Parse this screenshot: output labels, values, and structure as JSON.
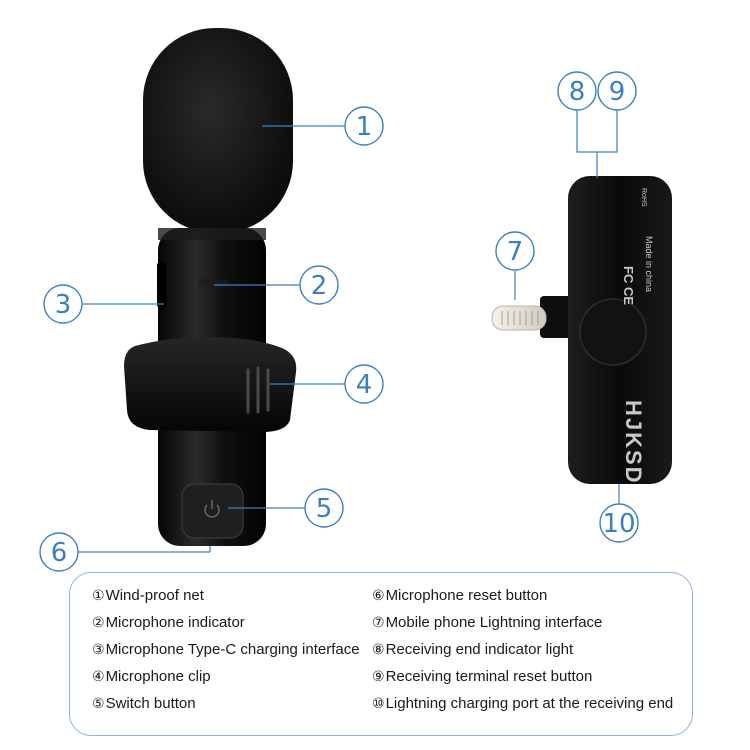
{
  "callouts": [
    {
      "id": "1",
      "label": "①"
    },
    {
      "id": "2",
      "label": "②"
    },
    {
      "id": "3",
      "label": "③"
    },
    {
      "id": "4",
      "label": "④"
    },
    {
      "id": "5",
      "label": "⑤"
    },
    {
      "id": "6",
      "label": "⑥"
    },
    {
      "id": "7",
      "label": "⑦"
    },
    {
      "id": "8",
      "label": "⑧"
    },
    {
      "id": "9",
      "label": "⑨"
    },
    {
      "id": "10",
      "label": "⑩"
    }
  ],
  "receiver": {
    "brand": "HJKSD",
    "certification": "FC CE",
    "rohs": "RoHS",
    "made_in": "Made in china"
  },
  "legend": {
    "left": [
      {
        "num": "①",
        "text": "Wind-proof net"
      },
      {
        "num": "②",
        "text": "Microphone indicator"
      },
      {
        "num": "③",
        "text": "Microphone Type-C charging interface"
      },
      {
        "num": "④",
        "text": "Microphone clip"
      },
      {
        "num": "⑤",
        "text": "Switch button"
      }
    ],
    "right": [
      {
        "num": "⑥",
        "text": "Microphone reset button"
      },
      {
        "num": "⑦",
        "text": "Mobile phone Lightning interface"
      },
      {
        "num": "⑧",
        "text": "Receiving end indicator light"
      },
      {
        "num": "⑨",
        "text": "Receiving terminal reset button"
      },
      {
        "num": "⑩",
        "text": "Lightning charging port at the receiving end"
      }
    ]
  },
  "colors": {
    "accent": "#3a7fc4",
    "device_body": "#0d0d0d",
    "foam": "#151515",
    "lightning_plug": "#e8e6df"
  }
}
